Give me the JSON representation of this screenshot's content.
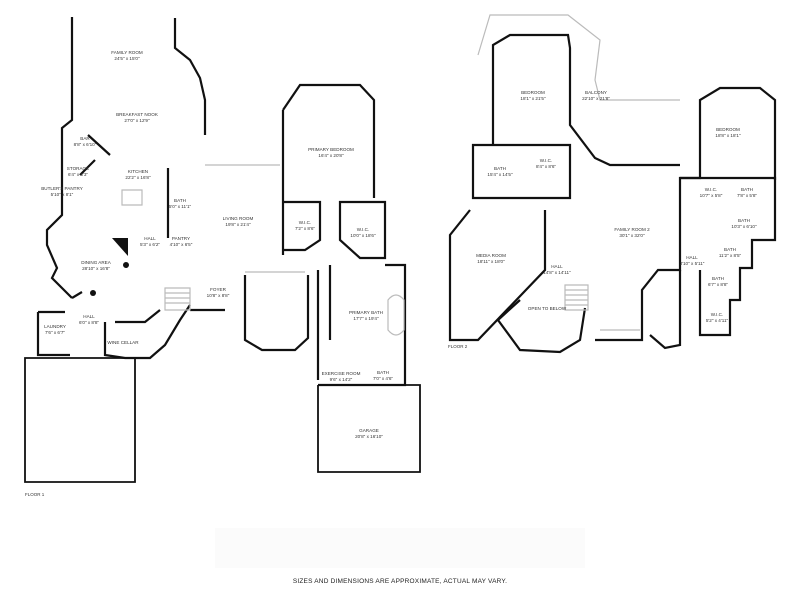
{
  "floors": [
    {
      "label": "FLOOR 1",
      "rooms": [
        {
          "name": "Family Room",
          "dims": "24'5\" x 15'0\""
        },
        {
          "name": "Breakfast Nook",
          "dims": "27'0\" x 12'9\""
        },
        {
          "name": "Bar",
          "dims": "8'8\" x 6'10\""
        },
        {
          "name": "Storage",
          "dims": "6'4\" x 5'3\""
        },
        {
          "name": "Kitchen",
          "dims": "22'2\" x 16'8\""
        },
        {
          "name": "Butler's Pantry",
          "dims": "5'10\" x 8'1\""
        },
        {
          "name": "Bath",
          "dims": "5'0\" x 11'1\""
        },
        {
          "name": "Hall",
          "dims": "5'3\" x 6'2\""
        },
        {
          "name": "Pantry",
          "dims": "4'10\" x 6'5\""
        },
        {
          "name": "Dining Area",
          "dims": "28'10\" x 16'8\""
        },
        {
          "name": "Hall",
          "dims": "6'0\" x 8'8\""
        },
        {
          "name": "Laundry",
          "dims": "7'6\" x 6'7\""
        },
        {
          "name": "Wine Cellar",
          "dims": ""
        },
        {
          "name": "Foyer",
          "dims": "10'8\" x 8'8\""
        },
        {
          "name": "Living Room",
          "dims": "19'8\" x 21'4\""
        },
        {
          "name": "Primary Bedroom",
          "dims": "16'4\" x 20'8\""
        },
        {
          "name": "W.I.C.",
          "dims": "7'2\" x 8'6\""
        },
        {
          "name": "W.I.C.",
          "dims": "10'0\" x 18'6\""
        },
        {
          "name": "Primary Bath",
          "dims": "17'7\" x 19'4\""
        },
        {
          "name": "Exercise Room",
          "dims": "9'6\" x 14'2\""
        },
        {
          "name": "Bath",
          "dims": "7'0\" x 4'6\""
        },
        {
          "name": "Garage",
          "dims": "20'8\" x 16'10\""
        }
      ]
    },
    {
      "label": "FLOOR 2",
      "rooms": [
        {
          "name": "Bedroom",
          "dims": "18'1\" x 21'5\""
        },
        {
          "name": "Balcony",
          "dims": "22'10\" x 21'8\""
        },
        {
          "name": "Bedroom",
          "dims": "18'8\" x 18'1\""
        },
        {
          "name": "W.I.C.",
          "dims": "8'4\" x 8'6\""
        },
        {
          "name": "Bath",
          "dims": "15'4\" x 14'5\""
        },
        {
          "name": "Family Room 2",
          "dims": "30'1\" x 32'0\""
        },
        {
          "name": "Media Room",
          "dims": "18'11\" x 18'0\""
        },
        {
          "name": "Hall",
          "dims": "14'8\" x 14'11\""
        },
        {
          "name": "Open to Below",
          "dims": ""
        },
        {
          "name": "W.I.C.",
          "dims": "10'7\" x 5'8\""
        },
        {
          "name": "Bath",
          "dims": "7'8\" x 5'8\""
        },
        {
          "name": "Bath",
          "dims": "10'3\" x 6'10\""
        },
        {
          "name": "Bath",
          "dims": "11'2\" x 8'5\""
        },
        {
          "name": "Hall",
          "dims": "3'10\" x 5'11\""
        },
        {
          "name": "Bath",
          "dims": "6'7\" x 8'8\""
        },
        {
          "name": "W.I.C.",
          "dims": "5'2\" x 4'11\""
        }
      ]
    }
  ],
  "footer": "SIZES AND DIMENSIONS ARE APPROXIMATE, ACTUAL MAY VARY.",
  "colors": {
    "wall": "#111111",
    "window": "#bbbbbb",
    "fixture": "#999999"
  }
}
